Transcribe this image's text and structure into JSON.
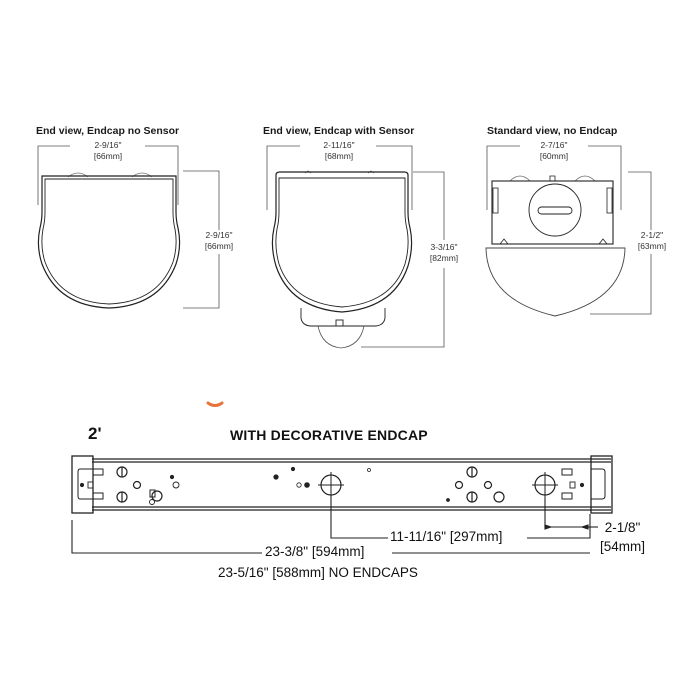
{
  "views": [
    {
      "title": "End view, Endcap no Sensor",
      "width_in": "2-9/16\"",
      "width_mm": "[66mm]",
      "height_in": "2-9/16\"",
      "height_mm": "[66mm]"
    },
    {
      "title": "End view, Endcap with Sensor",
      "width_in": "2-11/16\"",
      "width_mm": "[68mm]",
      "height_in": "3-3/16\"",
      "height_mm": "[82mm]"
    },
    {
      "title": "Standard view, no Endcap",
      "width_in": "2-7/16\"",
      "width_mm": "[60mm]",
      "height_in": "2-1/2\"",
      "height_mm": "[63mm]"
    }
  ],
  "plan_view": {
    "size_label": "2'",
    "title": "WITH DECORATIVE ENDCAP",
    "mount_spacing": "11-11/16\" [297mm]",
    "end_offset_in": "2-1/8\"",
    "end_offset_mm": "[54mm]",
    "overall_length": "23-3/8\" [594mm]",
    "no_endcaps_length": "23-5/16\" [588mm] NO ENDCAPS"
  },
  "colors": {
    "line": "#222222",
    "dim_line": "#555555",
    "accent_mark": "#e8733a"
  }
}
